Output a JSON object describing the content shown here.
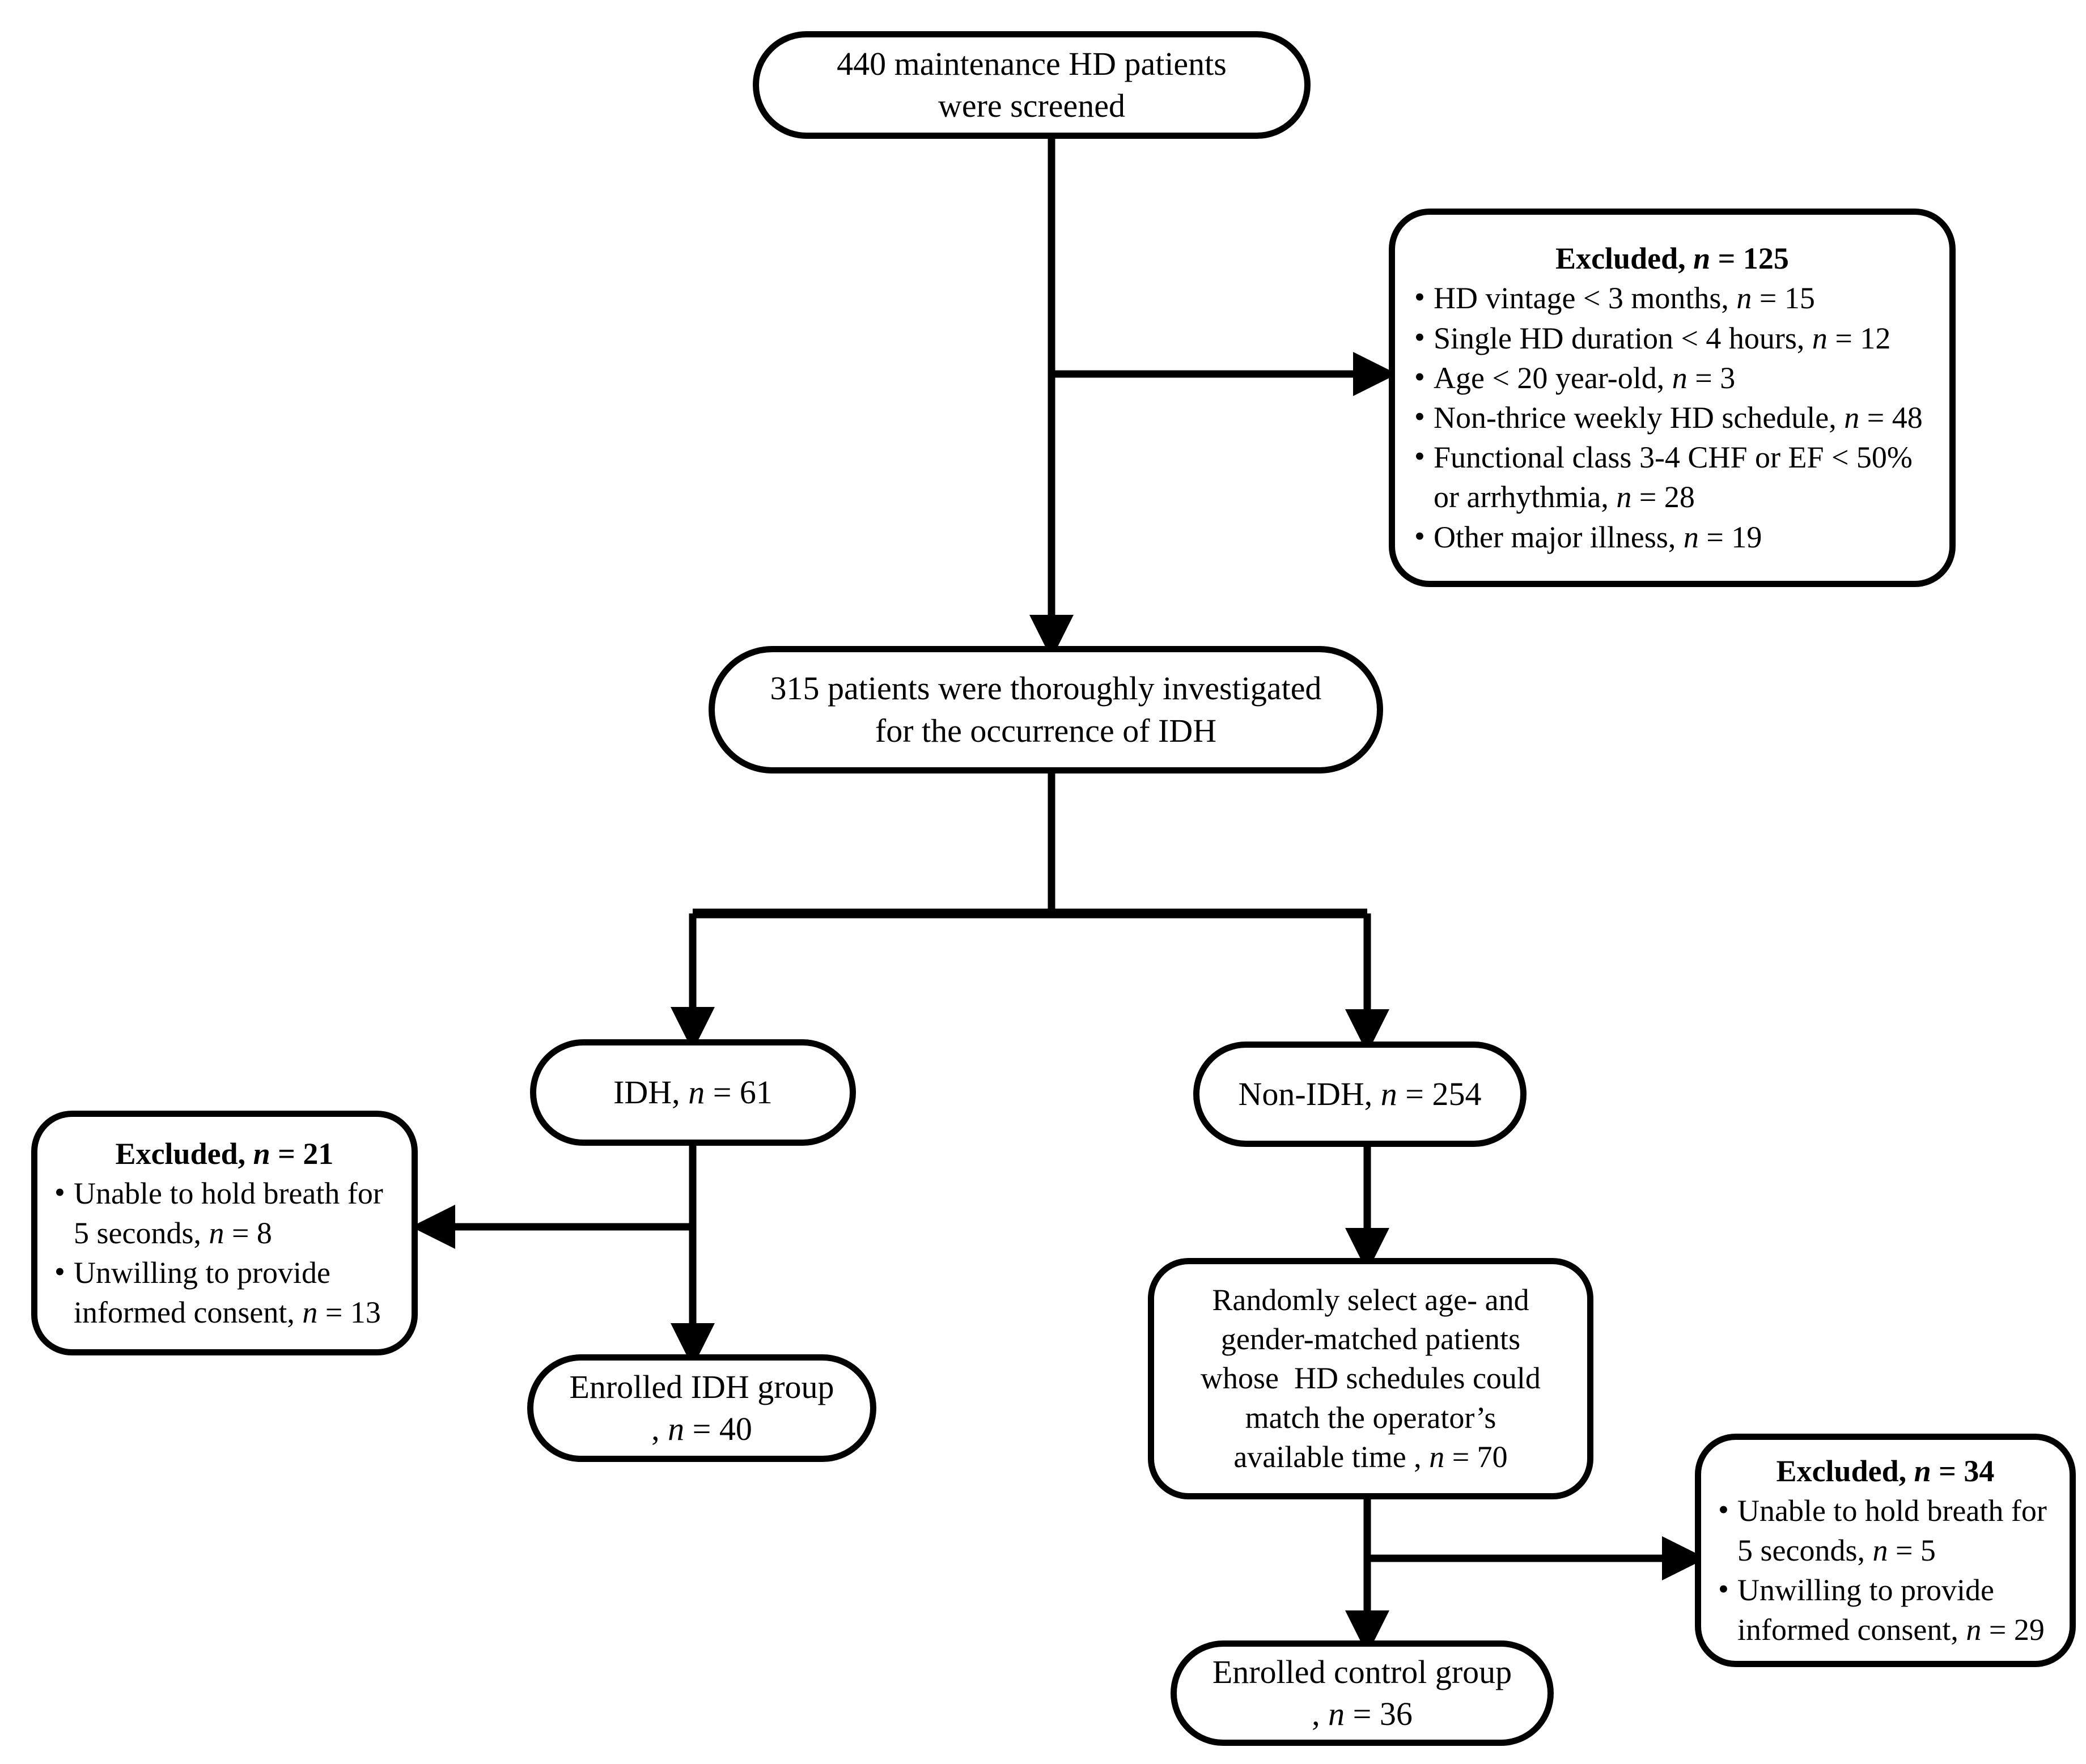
{
  "diagram": {
    "type": "consort-flow-chart",
    "title": "Patient screening and enrollment flow",
    "line_color": "#000000",
    "background": "#ffffff"
  },
  "nodes": {
    "screened": {
      "line1": "440 maintenance HD patients",
      "line2": "were screened"
    },
    "excluded125": {
      "heading_prefix": "Excluded, ",
      "heading_n": "n",
      "heading_value": " = 125",
      "items": [
        {
          "text": "HD vintage < 3 months, ",
          "n": "n",
          "value": " = 15"
        },
        {
          "text": "Single HD duration < 4 hours, ",
          "n": "n",
          "value": " = 12"
        },
        {
          "text": "Age < 20 year-old, ",
          "n": "n",
          "value": " = 3"
        },
        {
          "text": "Non-thrice weekly HD schedule, ",
          "n": "n",
          "value": " = 48"
        },
        {
          "text": "Functional class 3-4 CHF or EF < 50% or arrhythmia, ",
          "n": "n",
          "value": " = 28"
        },
        {
          "text": "Other major illness, ",
          "n": "n",
          "value": " = 19"
        }
      ]
    },
    "investigated": {
      "line1": "315 patients were thoroughly investigated",
      "line2": "for the occurrence of IDH"
    },
    "idh": {
      "prefix": "IDH, ",
      "n": "n",
      "value": " = 61"
    },
    "nonidh": {
      "prefix": "Non-IDH, ",
      "n": "n",
      "value": " = 254"
    },
    "excluded21": {
      "heading_prefix": "Excluded, ",
      "heading_n": "n",
      "heading_value": " = 21",
      "items": [
        {
          "text": "Unable to hold breath for 5 seconds, ",
          "n": "n",
          "value": " = 8"
        },
        {
          "text": "Unwilling to provide informed consent, ",
          "n": "n",
          "value": " = 13"
        }
      ]
    },
    "enrolled_idh": {
      "line1": "Enrolled IDH group",
      "line2_prefix": ", ",
      "n": "n",
      "line2_value": " = 40"
    },
    "random_select": {
      "line1": "Randomly select age- and",
      "line2": "gender-matched patients",
      "line3": "whose  HD schedules could",
      "line4": "match the operator’s",
      "line5_prefix": "available time , ",
      "n": "n",
      "line5_value": " = 70"
    },
    "excluded34": {
      "heading_prefix": "Excluded, ",
      "heading_n": "n",
      "heading_value": " = 34",
      "items": [
        {
          "text": "Unable to hold breath for 5 seconds, ",
          "n": "n",
          "value": " = 5"
        },
        {
          "text": "Unwilling to provide informed consent, ",
          "n": "n",
          "value": " = 29"
        }
      ]
    },
    "enrolled_control": {
      "line1": "Enrolled control group",
      "line2_prefix": ", ",
      "n": "n",
      "line2_value": " = 36"
    }
  },
  "bullet_glyph": "•"
}
